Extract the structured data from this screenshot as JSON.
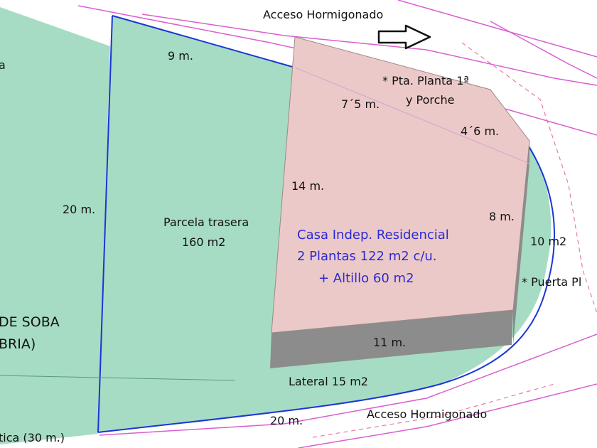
{
  "access_top": "Acceso Hormigonado",
  "access_bottom": "Acceso Hormigonado",
  "dims": {
    "top_left_parcel": "9 m.",
    "house_top": "7´5 m.",
    "house_diag": "4´6 m.",
    "house_left": "14 m.",
    "house_right": "8 m.",
    "house_bottom": "11 m.",
    "left_boundary": "20 m.",
    "bottom_boundary": "20 m."
  },
  "notes": {
    "entrance_line1": "* Pta. Planta 1ª",
    "entrance_line2": "y Porche",
    "area_right": "10 m2",
    "door_right": "* Puerta Pl",
    "side_area": "Lateral 15 m2"
  },
  "rear_parcel": {
    "name": "Parcela trasera",
    "area": "160 m2"
  },
  "house": {
    "line1": "Casa Indep. Residencial",
    "line2": "2 Plantas 122 m2 c/u.",
    "line3": "+ Altillo 60 m2"
  },
  "left_fragments": {
    "a": "a",
    "soba": "DE SOBA",
    "cantabria": "BRIA)",
    "bottom": "tica (30 m.)"
  },
  "colors": {
    "parcel_fill": "#a6dcc4",
    "house_fill": "#ecc9c9",
    "house_shadow": "#8c8c8c",
    "boundary_blue": "#1a36d6",
    "road_magenta": "#d85fd0",
    "text_blue": "#2a2ad6"
  }
}
